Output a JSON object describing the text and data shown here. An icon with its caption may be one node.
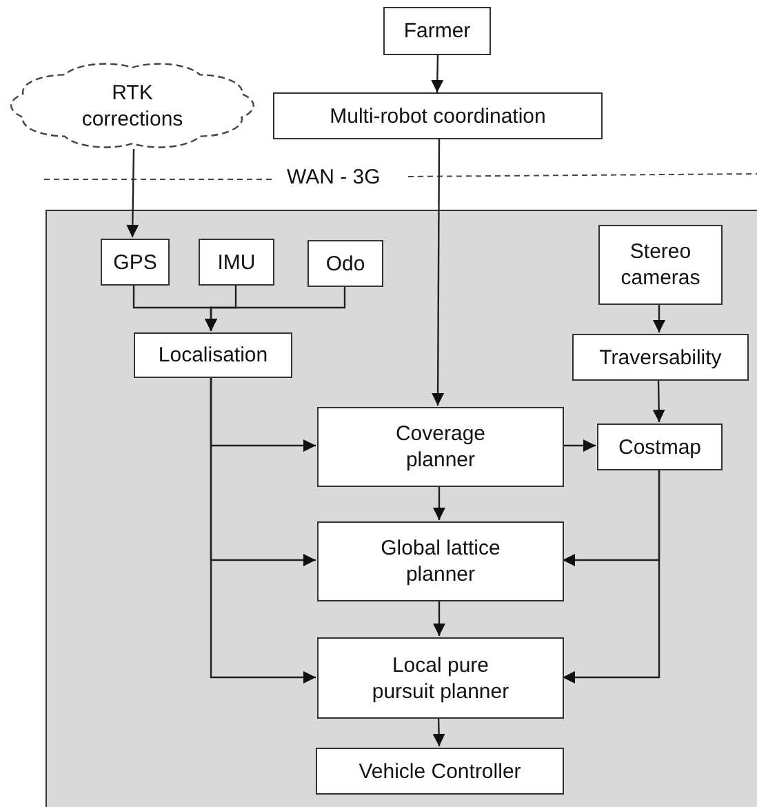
{
  "diagram": {
    "nodes": [
      {
        "text": [
          "Farmer"
        ]
      },
      {
        "text": [
          "RTK corrections"
        ]
      },
      {
        "text": [
          "Multi-robot coordination"
        ]
      },
      {
        "text": [],
        "shape": "box"
      },
      {
        "text": [
          "GPS"
        ],
        "in": 3
      },
      {
        "text": [
          "IMU"
        ],
        "in": 3
      },
      {
        "text": [
          "Odo"
        ],
        "in": 3
      },
      {
        "text": [
          "Stereo cameras"
        ],
        "in": 3
      },
      {
        "text": [
          "Localisation"
        ],
        "in": 3
      },
      {
        "text": [
          "Traversability"
        ],
        "in": 3
      },
      {
        "text": [
          "Coverage planner"
        ],
        "in": 3
      },
      {
        "text": [
          "Costmap"
        ],
        "in": 3
      },
      {
        "text": [
          "Global lattice planner"
        ],
        "in": 3
      },
      {
        "text": [
          "Local pure pursuit planner"
        ],
        "in": 3
      },
      {
        "text": [
          "Vehicle Controller"
        ],
        "in": 3
      }
    ],
    "edges": [
      {
        "from": 0,
        "to": 2,
        "arrow": "to"
      },
      {
        "from": 1,
        "to": 4,
        "arrow": "to"
      },
      {
        "from": 2,
        "to": 10,
        "arrow": "to"
      },
      {
        "from": 4,
        "to": 8,
        "arrow": "to"
      },
      {
        "from": 5,
        "to": 8,
        "arrow": "to"
      },
      {
        "from": 6,
        "to": 8,
        "arrow": "to"
      },
      {
        "from": 7,
        "to": 9,
        "arrow": "to"
      },
      {
        "from": 9,
        "to": 11,
        "arrow": "to"
      },
      {
        "from": 8,
        "to": 10,
        "arrow": "to"
      },
      {
        "from": 8,
        "to": 12,
        "arrow": "to"
      },
      {
        "from": 8,
        "to": 13,
        "arrow": "to"
      },
      {
        "from": 10,
        "to": 11,
        "arrow": "to"
      },
      {
        "from": 10,
        "to": 12,
        "arrow": "to"
      },
      {
        "from": 11,
        "to": 12,
        "arrow": "to"
      },
      {
        "from": 11,
        "to": 13,
        "arrow": "to"
      },
      {
        "from": 12,
        "to": 13,
        "arrow": "to"
      },
      {
        "from": 13,
        "to": 14,
        "arrow": "to"
      }
    ],
    "labels": [
      "WAN - 3G"
    ]
  }
}
